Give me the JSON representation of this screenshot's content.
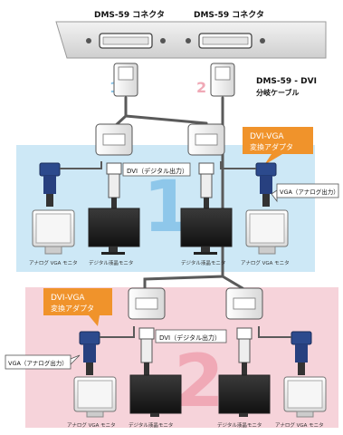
{
  "card": {
    "connector_label_1": "DMS-59 コネクタ",
    "connector_label_2": "DMS-59 コネクタ"
  },
  "cable": {
    "title_line1": "DMS-59 - DVI",
    "title_line2": "分岐ケーブル"
  },
  "ports": {
    "port1_number": "1",
    "port2_number": "2"
  },
  "adapters": {
    "top_label_line1": "DVI-VGA",
    "top_label_line2": "変換アダプタ",
    "bottom_label_line1": "DVI-VGA",
    "bottom_label_line2": "変換アダプタ"
  },
  "callouts": {
    "dvi_top": "DVI（デジタル出力）",
    "vga_top": "VGA（アナログ出力）",
    "dvi_bottom": "DVI（デジタル出力）",
    "vga_bottom": "VGA（アナログ出力）"
  },
  "zones": {
    "zone1_number": "1",
    "zone2_number": "2"
  },
  "monitors": {
    "top": [
      "アナログ VGA モニタ",
      "デジタル液晶モニタ",
      "デジタル液晶モニタ",
      "アナログ VGA モニタ"
    ],
    "bottom": [
      "アナログ VGA モニタ",
      "デジタル液晶モニタ",
      "デジタル液晶モニタ",
      "アナログ VGA モニタ"
    ]
  },
  "colors": {
    "zone1_bg": "#cde8f6",
    "zone2_bg": "#f6d3da",
    "zone1_number": "#8ec7ea",
    "zone2_number": "#f0a9b6",
    "adapter_label_bg": "#f0932b",
    "cable": "#5a5a5a",
    "vga_connector": "#27407f"
  },
  "icons": {
    "connector": "dvi-connector-icon",
    "monitor_crt": "crt-monitor-icon",
    "monitor_lcd": "lcd-monitor-icon",
    "vga_adapter": "vga-adapter-icon"
  }
}
